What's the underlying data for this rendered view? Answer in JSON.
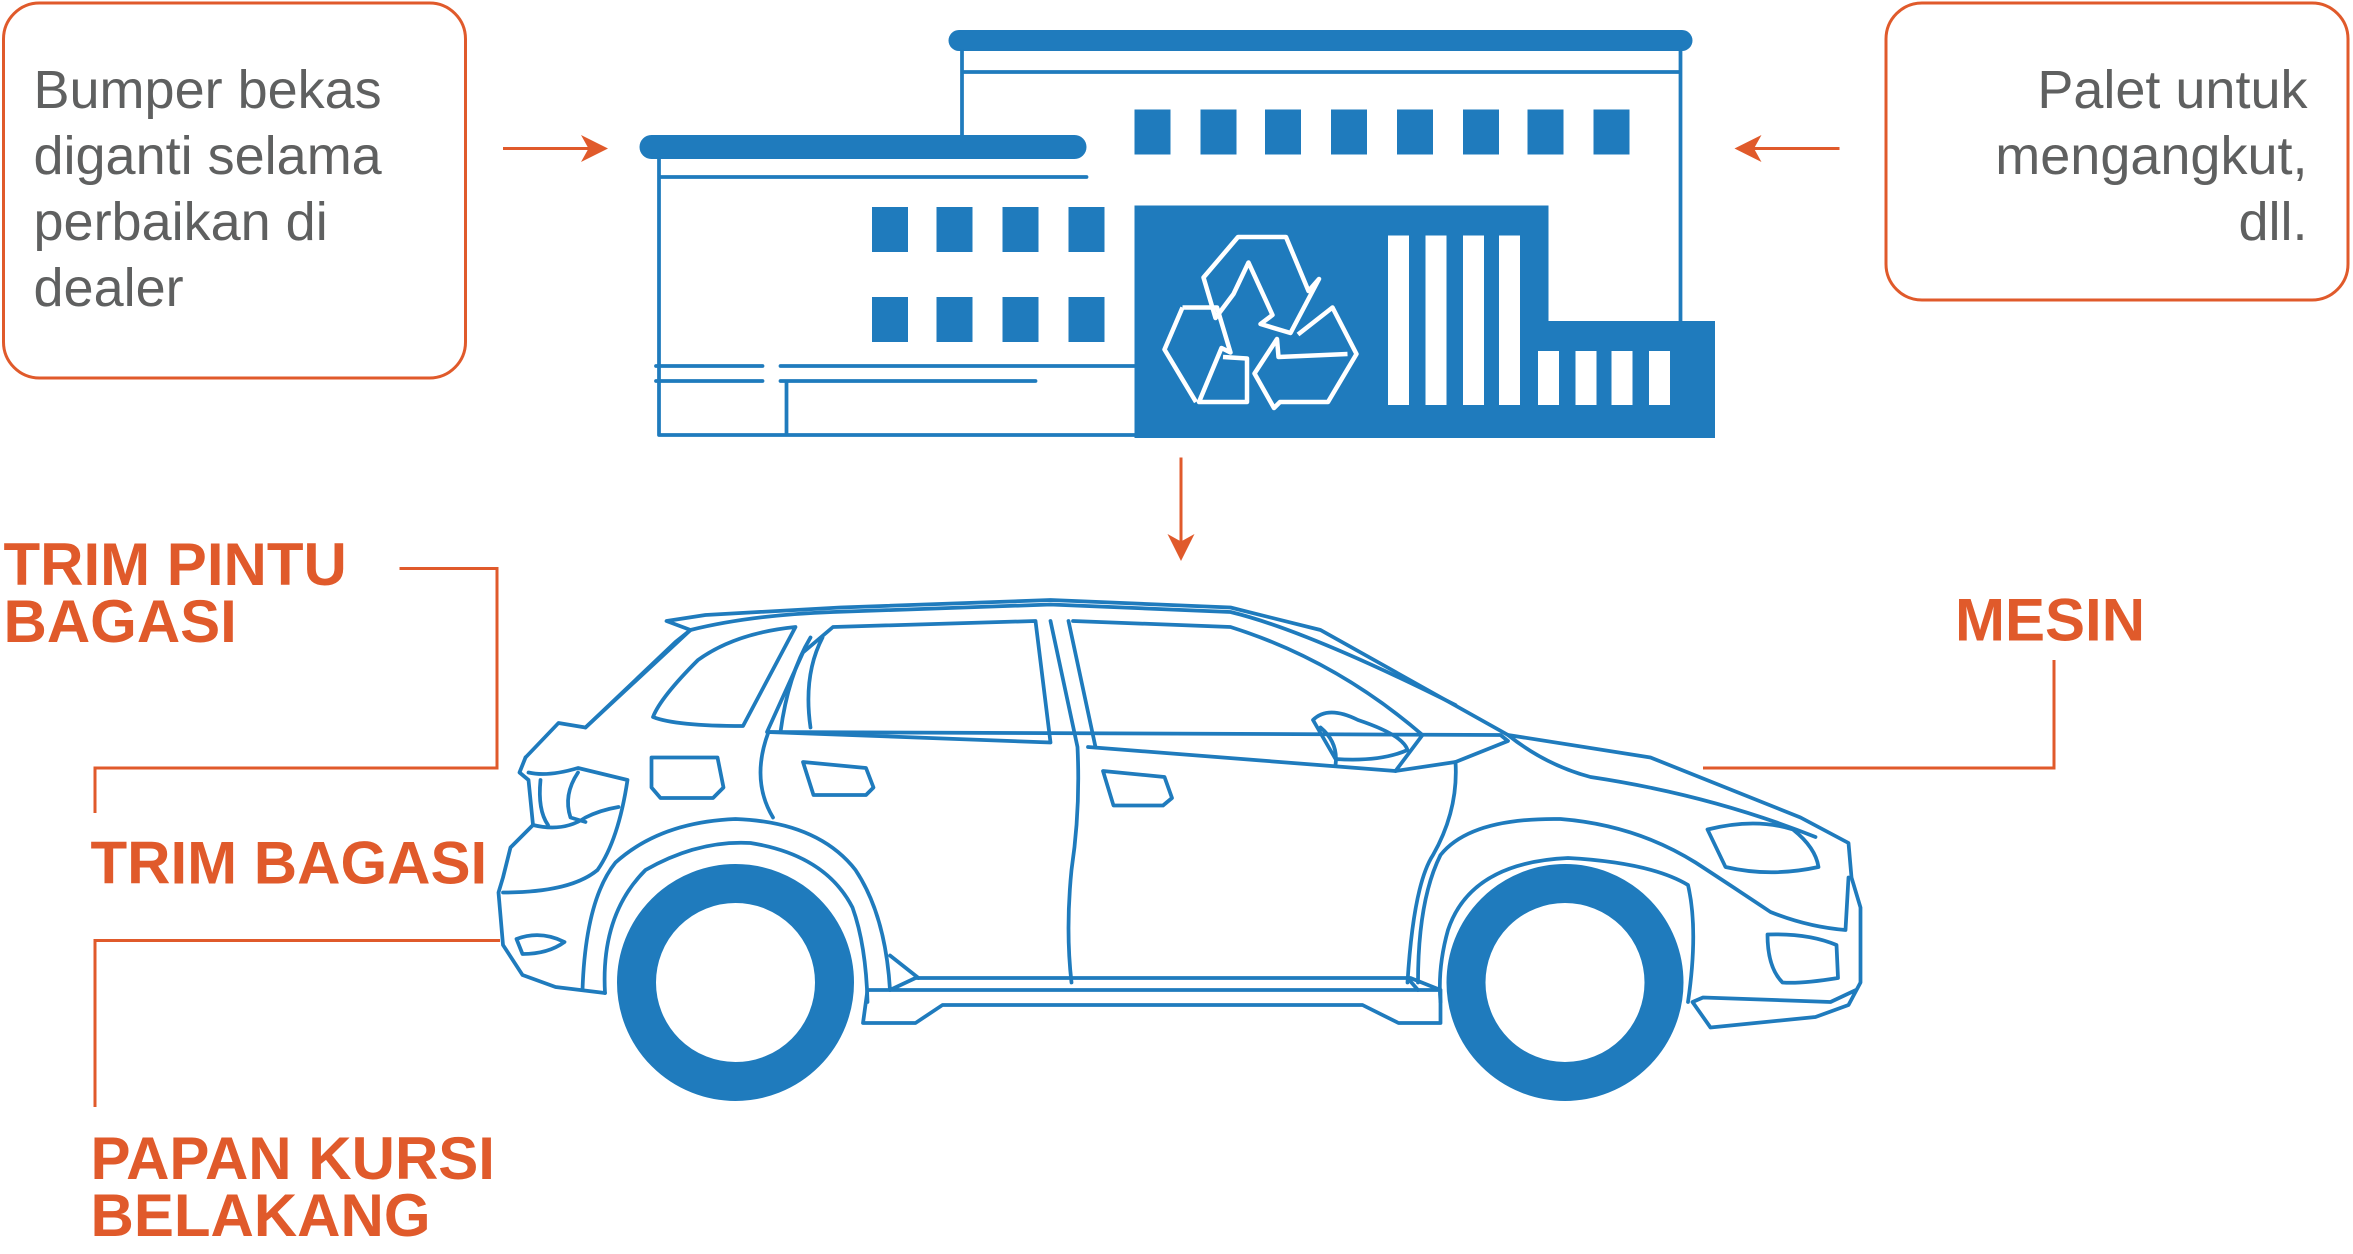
{
  "boxes": {
    "left": {
      "lines": [
        "Bumper bekas",
        "diganti selama",
        "perbaikan di",
        "dealer"
      ]
    },
    "right": {
      "lines": [
        "Palet untuk",
        "mengangkut,",
        "dll."
      ]
    }
  },
  "labels": {
    "trim_pintu_bagasi": [
      "TRIM PINTU",
      "BAGASI"
    ],
    "trim_bagasi": "TRIM BAGASI",
    "papan_kursi_belakang": [
      "PAPAN KURSI",
      "BELAKANG"
    ],
    "mesin": "MESIN"
  },
  "icons": {
    "factory": "recycling-factory-icon",
    "recycle": "recycle-icon",
    "car": "car-icon"
  },
  "colors": {
    "blue": "#1f7bbd",
    "orange": "#e05a2b",
    "text_gray": "#5f6060"
  }
}
